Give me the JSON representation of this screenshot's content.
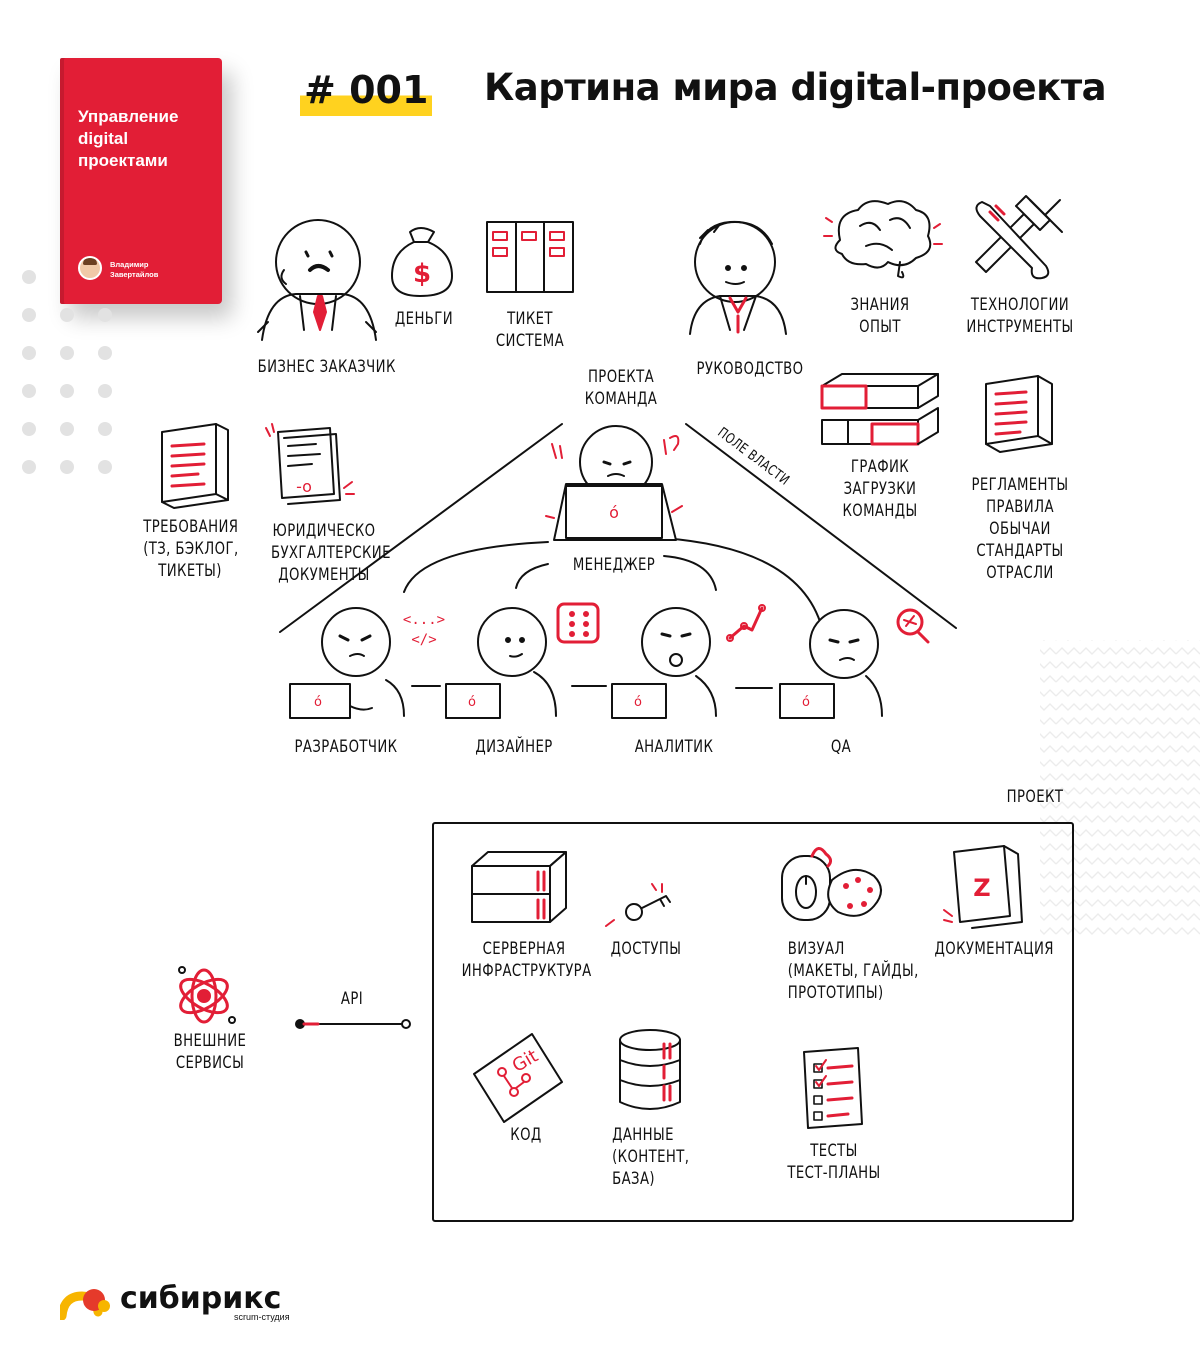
{
  "book": {
    "title_lines": [
      "Управление",
      "digital",
      "проектами"
    ],
    "author_lines": [
      "Владимир",
      "Завертайлов"
    ]
  },
  "header": {
    "episode": "# 001",
    "title": "Картина мира digital-проекта"
  },
  "labels": {
    "client": "БИЗНЕС ЗАКАЗЧИК",
    "money": "ДЕНЬГИ",
    "ticket": [
      "ТИКЕТ",
      "СИСТЕМА"
    ],
    "management": "РУКОВОДСТВО",
    "knowledge": [
      "ЗНАНИЯ",
      "ОПЫТ"
    ],
    "tech": [
      "ТЕХНОЛОГИИ",
      "ИНСТРУМЕНТЫ"
    ],
    "team": [
      "ПРОЕКТА",
      "КОМАНДА"
    ],
    "power_field": "ПОЛЕ ВЛАСТИ",
    "schedule": [
      "ГРАФИК",
      "ЗАГРУЗКИ",
      "КОМАНДЫ"
    ],
    "regulations": [
      "РЕГЛАМЕНТЫ",
      "ПРАВИЛА",
      "ОБЫЧАИ",
      "СТАНДАРТЫ",
      "ОТРАСЛИ"
    ],
    "requirements": [
      "ТРЕБОВАНИЯ",
      "(ТЗ, БЭКЛОГ,",
      "ТИКЕТЫ)"
    ],
    "legal": [
      "ЮРИДИЧЕСКО",
      "БУХГАЛТЕРСКИЕ",
      "ДОКУМЕНТЫ"
    ],
    "manager": "МЕНЕДЖЕР",
    "developer": "РАЗРАБОТЧИК",
    "designer": "ДИЗАЙНЕР",
    "analyst": "АНАЛИТИК",
    "qa": "QA",
    "project": "ПРОЕКТ",
    "servers": [
      "СЕРВЕРНАЯ",
      "ИНФРАСТРУКТУРА"
    ],
    "access": "ДОСТУПЫ",
    "visual": [
      "ВИЗУАЛ",
      "(МАКЕТЫ, ГАЙДЫ,",
      "ПРОТОТИПЫ)"
    ],
    "docs": "ДОКУМЕНТАЦИЯ",
    "external": [
      "ВНЕШНИЕ",
      "СЕРВИСЫ"
    ],
    "api": "API",
    "code": "КОД",
    "data": [
      "ДАННЫЕ",
      "(КОНТЕНТ,",
      "БАЗА)"
    ],
    "tests": [
      "ТЕСТЫ",
      "ТЕСТ-ПЛАНЫ"
    ],
    "git": "Git"
  },
  "brand": {
    "name": "сибирикс",
    "sub": "scrum-студия"
  },
  "colors": {
    "accent": "#e21e36",
    "highlight": "#ffd21f",
    "ink": "#111111",
    "logo_yellow": "#f7b500",
    "logo_red": "#e53a2b"
  }
}
